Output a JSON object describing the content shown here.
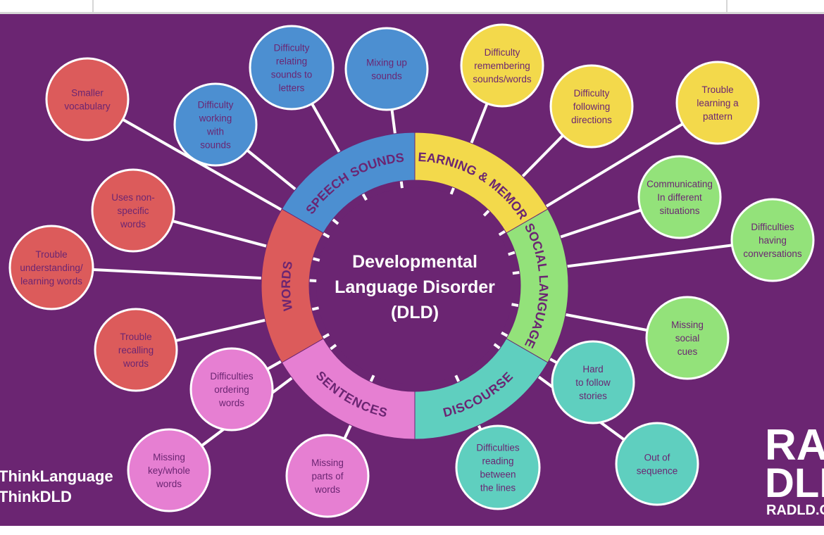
{
  "center_title": [
    "Developmental",
    "Language Disorder",
    "(DLD)"
  ],
  "colors": {
    "background": "#6b2572",
    "speech_sounds": "#4c8fd1",
    "learning_memory": "#f3d94b",
    "social_language": "#93e27a",
    "discourse": "#5fcfbf",
    "sentences": "#e67fd2",
    "words": "#dc5b5b"
  },
  "segments": [
    {
      "label": "SPEECH SOUNDS",
      "color": "#4c8fd1",
      "text_color": "#6b2572"
    },
    {
      "label": "LEARNING & MEMORY",
      "color": "#f3d94b",
      "text_color": "#6b2572"
    },
    {
      "label": "SOCIAL LANGUAGE",
      "color": "#93e27a",
      "text_color": "#6b2572"
    },
    {
      "label": "DISCOURSE",
      "color": "#5fcfbf",
      "text_color": "#6b2572"
    },
    {
      "label": "SENTENCES",
      "color": "#e67fd2",
      "text_color": "#6b2572"
    },
    {
      "label": "WORDS",
      "color": "#dc5b5b",
      "text_color": "#6b2572"
    }
  ],
  "bubbles": [
    {
      "id": "smaller-vocabulary",
      "category": "words",
      "lines": [
        "Smaller",
        "vocabulary"
      ],
      "color": "#dc5b5b"
    },
    {
      "id": "uses-non-specific-words",
      "category": "words",
      "lines": [
        "Uses non-",
        "specific",
        "words"
      ],
      "color": "#dc5b5b"
    },
    {
      "id": "trouble-understanding-learning-words",
      "category": "words",
      "lines": [
        "Trouble",
        "understanding/",
        "learning words"
      ],
      "color": "#dc5b5b"
    },
    {
      "id": "trouble-recalling-words",
      "category": "words",
      "lines": [
        "Trouble",
        "recalling",
        "words"
      ],
      "color": "#dc5b5b"
    },
    {
      "id": "difficulty-working-with-sounds",
      "category": "speech_sounds",
      "lines": [
        "Difficulty",
        "working",
        "with",
        "sounds"
      ],
      "color": "#4c8fd1"
    },
    {
      "id": "difficulty-relating-sounds-to-letters",
      "category": "speech_sounds",
      "lines": [
        "Difficulty",
        "relating",
        "sounds to",
        "letters"
      ],
      "color": "#4c8fd1"
    },
    {
      "id": "mixing-up-sounds",
      "category": "speech_sounds",
      "lines": [
        "Mixing up",
        "sounds"
      ],
      "color": "#4c8fd1"
    },
    {
      "id": "difficulty-remembering-sounds-words",
      "category": "learning_memory",
      "lines": [
        "Difficulty",
        "remembering",
        "sounds/words"
      ],
      "color": "#f3d94b"
    },
    {
      "id": "difficulty-following-directions",
      "category": "learning_memory",
      "lines": [
        "Difficulty",
        "following",
        "directions"
      ],
      "color": "#f3d94b"
    },
    {
      "id": "trouble-learning-a-pattern",
      "category": "learning_memory",
      "lines": [
        "Trouble",
        "learning a",
        "pattern"
      ],
      "color": "#f3d94b"
    },
    {
      "id": "communicating-in-different-situations",
      "category": "social_language",
      "lines": [
        "Communicating",
        "In different",
        "situations"
      ],
      "color": "#93e27a"
    },
    {
      "id": "difficulties-having-conversations",
      "category": "social_language",
      "lines": [
        "Difficulties",
        "having",
        "conversations"
      ],
      "color": "#93e27a"
    },
    {
      "id": "missing-social-cues",
      "category": "social_language",
      "lines": [
        "Missing",
        "social",
        "cues"
      ],
      "color": "#93e27a"
    },
    {
      "id": "hard-to-follow-stories",
      "category": "discourse",
      "lines": [
        "Hard",
        "to follow",
        "stories"
      ],
      "color": "#5fcfbf"
    },
    {
      "id": "difficulties-reading-between-the-lines",
      "category": "discourse",
      "lines": [
        "Difficulties",
        "reading",
        "between",
        "the lines"
      ],
      "color": "#5fcfbf"
    },
    {
      "id": "out-of-sequence",
      "category": "discourse",
      "lines": [
        "Out of",
        "sequence"
      ],
      "color": "#5fcfbf"
    },
    {
      "id": "difficulties-ordering-words",
      "category": "sentences",
      "lines": [
        "Difficulties",
        "ordering",
        "words"
      ],
      "color": "#e67fd2"
    },
    {
      "id": "missing-key-whole-words",
      "category": "sentences",
      "lines": [
        "Missing",
        "key/whole",
        "words"
      ],
      "color": "#e67fd2"
    },
    {
      "id": "missing-parts-of-words",
      "category": "sentences",
      "lines": [
        "Missing",
        "parts of",
        "words"
      ],
      "color": "#e67fd2"
    }
  ],
  "hashtags": [
    "ThinkLanguage",
    "ThinkDLD"
  ],
  "logo": {
    "line1": "RA",
    "line2": "DLD",
    "url": "RADLD.OR"
  }
}
